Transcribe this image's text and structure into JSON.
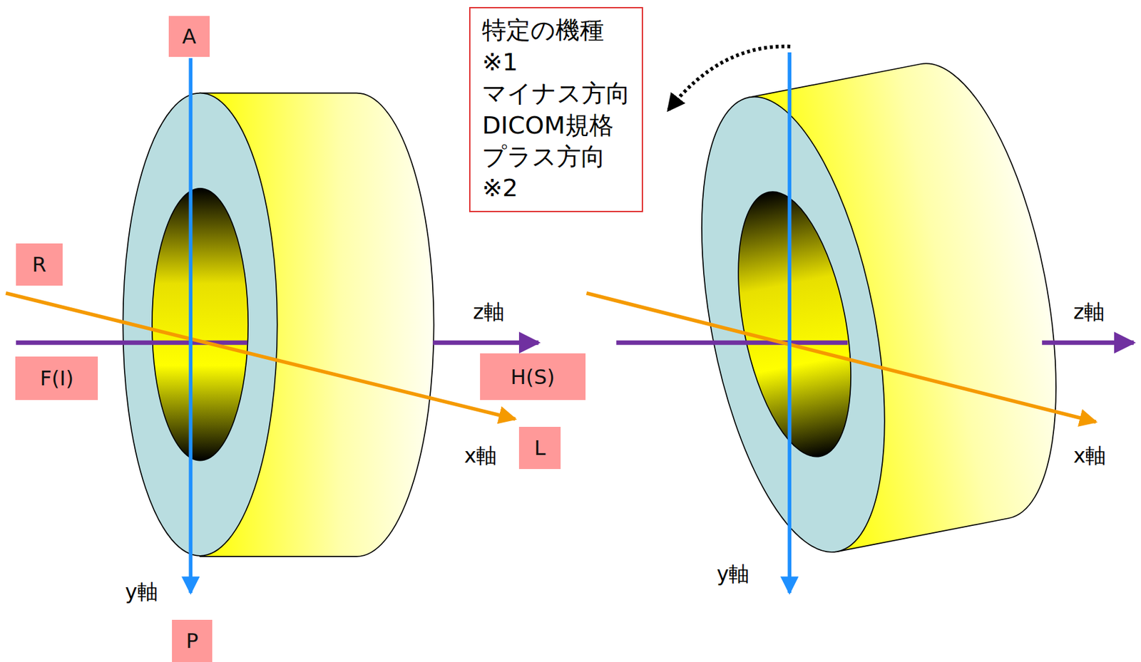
{
  "diagram": {
    "nodes": [
      {
        "text": [
          "A"
        ]
      },
      {
        "text": [
          "特定の機種※1 マイナス方向 DICOM規格 プラス方向※2"
        ]
      },
      {
        "text": [
          "R"
        ]
      },
      {
        "text": [
          "F(I)"
        ]
      },
      {
        "text": [
          "H(S)"
        ]
      },
      {
        "text": [
          "L"
        ]
      },
      {
        "text": [
          "P"
        ]
      }
    ],
    "edges": [],
    "labels": [
      "z軸",
      "x軸",
      "y軸",
      "z軸",
      "x軸",
      "y軸"
    ]
  }
}
